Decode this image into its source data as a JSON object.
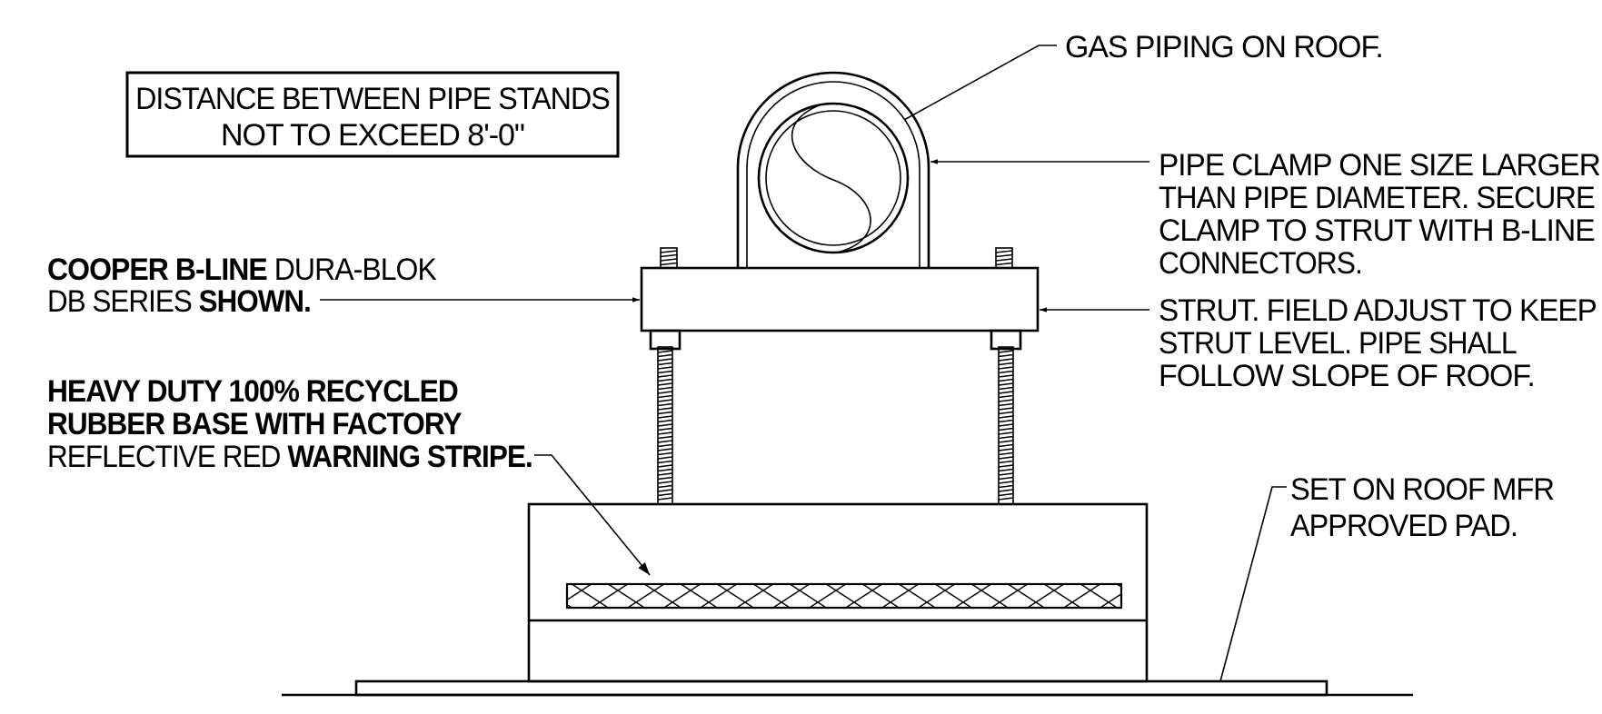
{
  "note_box": {
    "line1": "DISTANCE BETWEEN PIPE STANDS",
    "line2": "NOT TO EXCEED 8'-0\""
  },
  "callouts": {
    "gas_piping": "GAS  PIPING ON ROOF.",
    "pipe_clamp": {
      "line1": "PIPE CLAMP ONE SIZE LARGER",
      "line2": "THAN PIPE DIAMETER. SECURE",
      "line3": "CLAMP TO STRUT WITH B-LINE",
      "line4": "CONNECTORS."
    },
    "strut": {
      "line1": "STRUT. FIELD ADJUST TO KEEP",
      "line2": "STRUT LEVEL. PIPE SHALL",
      "line3": "FOLLOW SLOPE OF ROOF."
    },
    "cooper": {
      "line1_bold": "COOPER B-LINE",
      "line1_regular": " DURA-BLOK",
      "line2_regular": "DB SERIES ",
      "line2_bold": "SHOWN."
    },
    "rubber_base": {
      "line1": "HEAVY DUTY 100% RECYCLED",
      "line2": "RUBBER BASE WITH FACTORY",
      "line3_regular": "REFLECTIVE RED ",
      "line3_bold": "WARNING STRIPE."
    },
    "roof_pad": {
      "line1": "SET ON ROOF MFR",
      "line2": "APPROVED PAD."
    }
  }
}
